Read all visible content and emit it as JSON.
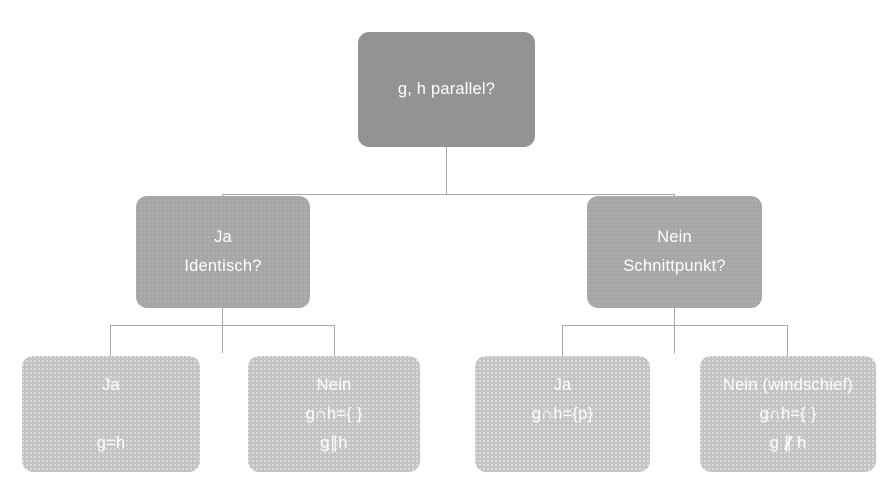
{
  "diagram": {
    "title": "g, h parallel?",
    "type": "decision-tree",
    "language": "de",
    "colors": {
      "level0_fill": "#939393",
      "level1_fill": "#a6a6a6",
      "level2_fill": "#c3c3c3",
      "connector": "#a9a9a9",
      "text": "#ffffff",
      "background": "#ffffff"
    },
    "root": {
      "id": "root",
      "lines": [
        "g, h parallel?"
      ]
    },
    "level1": [
      {
        "id": "identisch",
        "lines": [
          "Ja",
          "Identisch?"
        ],
        "line1": "Ja",
        "line2": "Identisch?"
      },
      {
        "id": "schnittpunkt",
        "lines": [
          "Nein",
          "Schnittpunkt?"
        ],
        "line1": "Nein",
        "line2": "Schnittpunkt?"
      }
    ],
    "level2": [
      {
        "id": "identisch-ja",
        "line1": "Ja",
        "line2": "",
        "line3": "g=h"
      },
      {
        "id": "identisch-nein",
        "line1": "Nein",
        "line2": "g∩h={ }",
        "line3": "g∥h"
      },
      {
        "id": "schnittpunkt-ja",
        "line1": "Ja",
        "line2": "g∩h={p}",
        "line3": ""
      },
      {
        "id": "schnittpunkt-nein",
        "line1": "Nein (windschief)",
        "line2": "g∩h={ }",
        "line3_prefix": "g ",
        "line3_symbol": "∥",
        "line3_suffix": " h"
      }
    ]
  }
}
